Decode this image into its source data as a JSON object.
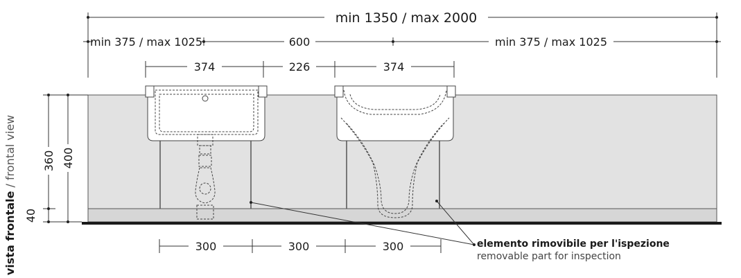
{
  "dimensions": {
    "overall": "min 1350 / max 2000",
    "side_left": "min 375 / max 1025",
    "center": "600",
    "side_right": "min 375 / max 1025",
    "sink_left_width": "374",
    "sink_gap": "226",
    "sink_right_width": "374",
    "height_total": "400",
    "height_top": "360",
    "height_base": "40",
    "bottom_1": "300",
    "bottom_2": "300",
    "bottom_3": "300"
  },
  "annotation": {
    "title": "elemento rimovibile per l'ispezione",
    "subtitle": "removable part for inspection"
  },
  "view_label": {
    "bold": "vista frontale",
    "separator": " / ",
    "light": "frontal view"
  },
  "colors": {
    "wall": "#e2e2e2",
    "floor": "#1a1a1a"
  }
}
